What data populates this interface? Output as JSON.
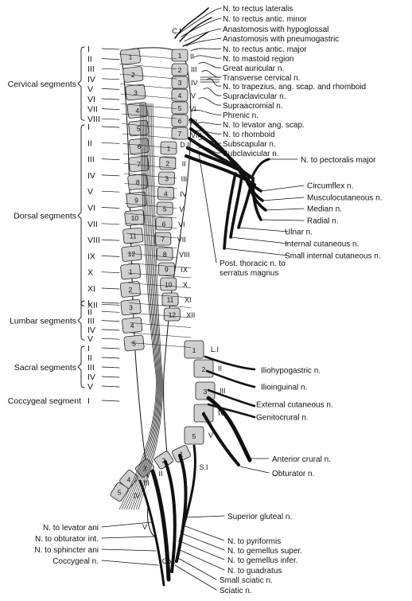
{
  "segment_groups": [
    {
      "label": "Cervical segments",
      "numerals": [
        "I",
        "II",
        "III",
        "IV",
        "V",
        "VI",
        "VII",
        "VIII"
      ]
    },
    {
      "label": "Dorsal segments",
      "numerals": [
        "I",
        "II",
        "III",
        "IV",
        "V",
        "VI",
        "VII",
        "VIII",
        "IX",
        "X",
        "XI",
        "XII"
      ]
    },
    {
      "label": "Lumbar segments",
      "numerals": [
        "I",
        "II",
        "III",
        "IV",
        "V"
      ]
    },
    {
      "label": "Sacral segments",
      "numerals": [
        "I",
        "II",
        "III",
        "IV",
        "V"
      ]
    },
    {
      "label": "Coccygeal segment",
      "numerals": [
        "I"
      ]
    }
  ],
  "right_labels_top": [
    "N. to rectus lateralis",
    "N. to rectus antic. minor",
    "Anastomosis with hypoglossal",
    "Anastomosis with pneumogastric",
    "N. to rectus antic. major",
    "N. to mastoid region",
    "Great auricular n.",
    "Transverse cervical n.",
    "N. to trapezius, ang. scap. and rhomboid",
    "Supraclavicular n.",
    "Supraacromial n.",
    "Phrenic n.",
    "N. to levator ang. scap.",
    "N. to rhomboid",
    "Subscapular n.",
    "Subclavicular n."
  ],
  "pectoralis_label": "N. to pectoralis major",
  "brachial_labels": [
    "Circumflex n.",
    "Musculocutaneous n.",
    "Median n.",
    "Radial n.",
    "Ulnar n.",
    "Internal cutaneous n.",
    "Small internal cutaneous n."
  ],
  "post_thoracic_label": [
    "Post. thoracic n. to",
    "serratus magnus"
  ],
  "lumbar_labels": [
    "Iliohypogastric n.",
    "Ilioinguinal n.",
    "External cutaneous n.",
    "Genitocrural n.",
    "Anterior crural n.",
    "Obturator n."
  ],
  "sacral_labels": [
    "Superior gluteal n.",
    "N. to pyriformis",
    "N. to gemellus super.",
    "N. to gemellus infer.",
    "N. to guadratus",
    "Small sciatic n.",
    "Sciatic n."
  ],
  "left_bottom_labels": [
    "N. to levator ani",
    "N. to obturator int.",
    "N. to sphincter ani",
    "Coccygeal n."
  ],
  "root_marks": [
    "C.I",
    "D.I",
    "L.I",
    "S.I",
    "Co.I"
  ],
  "cervical_root_numerals": [
    "II",
    "III",
    "IV",
    "V",
    "VI",
    "VII",
    "VIII"
  ],
  "dorsal_root_numerals": [
    "II",
    "III",
    "IV",
    "V",
    "VI",
    "VII",
    "VIII",
    "IX",
    "X",
    "XI",
    "XII"
  ],
  "lumbar_root_numerals": [
    "II",
    "III",
    "IV",
    "V"
  ],
  "sacral_root_numerals": [
    "II",
    "III",
    "IV",
    "V"
  ],
  "cervical_vertebra_numbers": [
    "1",
    "2",
    "3",
    "4",
    "5",
    "6",
    "7"
  ],
  "dorsal_vertebra_numbers": [
    "1",
    "2",
    "3",
    "4",
    "5",
    "6",
    "7",
    "8",
    "9",
    "10",
    "11",
    "12"
  ],
  "lumbar_vertebra_numbers": [
    "1",
    "2",
    "3",
    "4",
    "5"
  ],
  "sacral_vertebra_numbers": [
    "1",
    "2",
    "3",
    "4",
    "5"
  ],
  "left_cord_numbers": [
    "1",
    "2",
    "3",
    "4",
    "5",
    "6",
    "7",
    "8",
    "9",
    "10",
    "11",
    "12",
    "1",
    "2",
    "3",
    "4",
    "5"
  ]
}
